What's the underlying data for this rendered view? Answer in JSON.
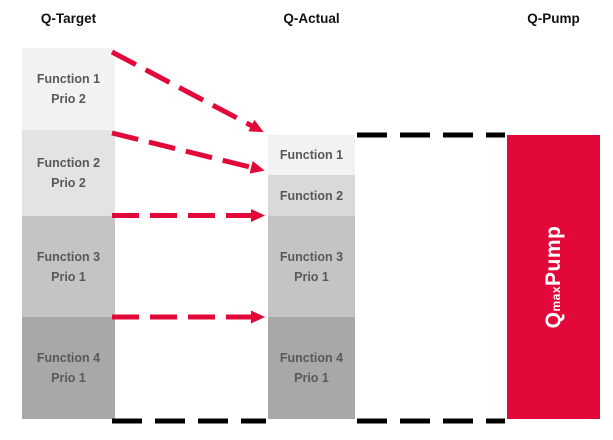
{
  "colors": {
    "accent_red": "#e2093a",
    "dash_black": "#000000",
    "label_text": "#595959",
    "block_f1": "#f2f2f2",
    "block_f2_target": "#e3e3e3",
    "block_f2_actual": "#d9d9d9",
    "block_f3": "#c4c4c4",
    "block_f4": "#a8a8a8"
  },
  "headers": {
    "target": "Q-Target",
    "actual": "Q-Actual",
    "pump": "Q-Pump"
  },
  "target_column": {
    "blocks": [
      {
        "line1": "Function 1",
        "line2": "Prio 2"
      },
      {
        "line1": "Function 2",
        "line2": "Prio 2"
      },
      {
        "line1": "Function 3",
        "line2": "Prio 1"
      },
      {
        "line1": "Function 4",
        "line2": "Prio 1"
      }
    ]
  },
  "actual_column": {
    "blocks": [
      {
        "line1": "Function 1"
      },
      {
        "line1": "Function 2"
      },
      {
        "line1": "Function 3",
        "line2": "Prio 1"
      },
      {
        "line1": "Function 4",
        "line2": "Prio 1"
      }
    ]
  },
  "pump": {
    "q": "Q",
    "sub": "max",
    "rest": " Pump"
  }
}
